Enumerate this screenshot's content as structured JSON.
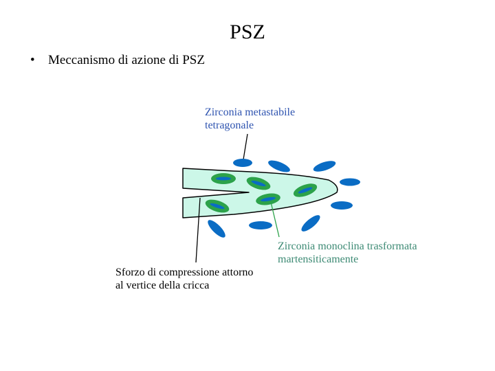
{
  "slide": {
    "title": "PSZ",
    "bullet_symbol": "•",
    "bullet_text": "Meccanismo di azione di PSZ"
  },
  "labels": {
    "tetragonal": [
      "Zirconia metastabile",
      "tetragonale"
    ],
    "monoclinic": [
      "Zirconia monoclina trasformata",
      "martensiticamente"
    ],
    "compression": [
      "Sforzo di compressione attorno",
      "al vertice della cricca"
    ]
  },
  "colors": {
    "crack_fill": "#ccf7e8",
    "tetragonal_particle": "#0a6cc4",
    "monoclinic_particle": "#2ca24a",
    "tetragonal_label": "#2f54b0",
    "monoclinic_label": "#3d8a74"
  }
}
